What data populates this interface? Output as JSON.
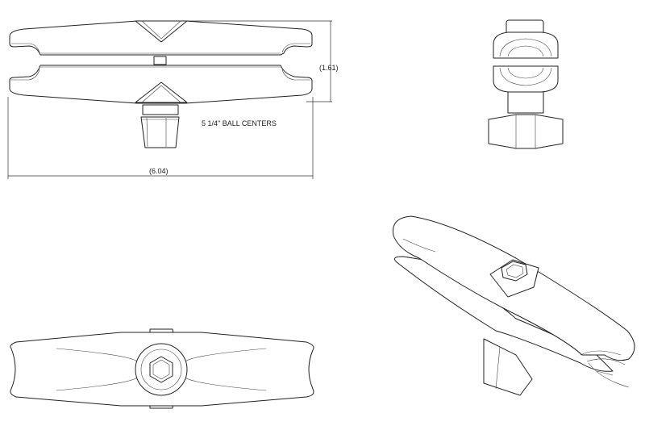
{
  "drawing": {
    "views": [
      "front-view",
      "side-view",
      "bottom-view",
      "isometric-view"
    ],
    "dimensions": {
      "height_label": "(1.61)",
      "width_label": "(6.04)",
      "ball_centers_label": "5 1/4\" BALL CENTERS"
    },
    "line_color": "#222222",
    "background_color": "#ffffff"
  }
}
